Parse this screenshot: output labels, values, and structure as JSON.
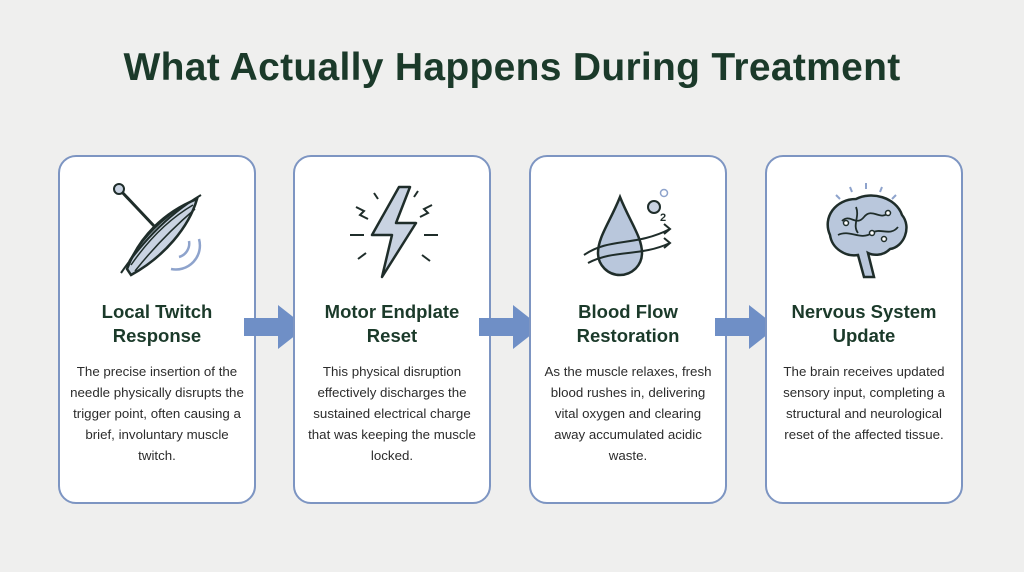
{
  "title": "What Actually Happens During Treatment",
  "colors": {
    "title": "#1b3a2a",
    "card_border": "#7d95c2",
    "arrow": "#6f8fc6",
    "background": "#efefee"
  },
  "steps": [
    {
      "icon": "needle-muscle-icon",
      "heading_line1": "Local Twitch",
      "heading_line2": "Response",
      "body": "The precise insertion of the needle physically disrupts the trigger point, often causing a brief, involuntary muscle twitch."
    },
    {
      "icon": "lightning-bolt-icon",
      "heading_line1": "Motor Endplate",
      "heading_line2": "Reset",
      "body": "This physical disruption effectively discharges the sustained electrical charge that was keeping the muscle locked."
    },
    {
      "icon": "blood-drop-oxygen-icon",
      "heading_line1": "Blood Flow",
      "heading_line2": "Restoration",
      "o2_label": "O2",
      "body": "As the muscle relaxes, fresh blood rushes in, delivering vital oxygen and clearing away accumulated acidic waste."
    },
    {
      "icon": "brain-icon",
      "heading_line1": "Nervous System",
      "heading_line2": "Update",
      "body": "The brain receives updated sensory input, completing a structural and neurological reset of the affected tissue."
    }
  ]
}
